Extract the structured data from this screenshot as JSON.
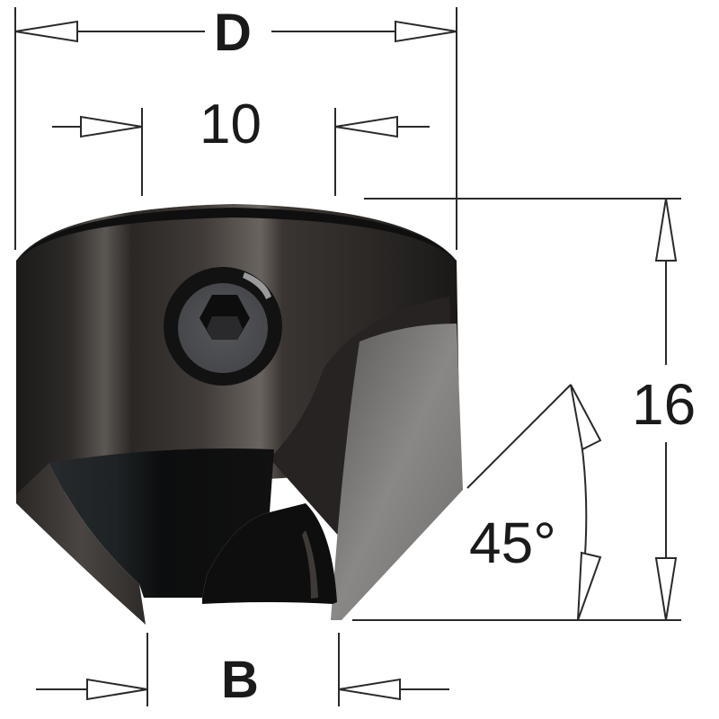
{
  "drawing": {
    "subject": "countersink bit",
    "colors": {
      "line": "#2a2a2a",
      "body_dark": "#141414",
      "body_mid": "#3a3634",
      "blade_grey": "#7a7876",
      "screw_grey": "#4e4e50"
    },
    "dimensions": {
      "overall_diameter": {
        "label": "D",
        "style": "bold"
      },
      "bore_diameter": {
        "label": "10"
      },
      "height": {
        "label": "16"
      },
      "angle": {
        "label": "45°"
      },
      "tip_diameter": {
        "label": "B",
        "style": "bold"
      }
    },
    "features": {
      "set_screw": {
        "icon": "hex-socket-screw"
      }
    }
  }
}
